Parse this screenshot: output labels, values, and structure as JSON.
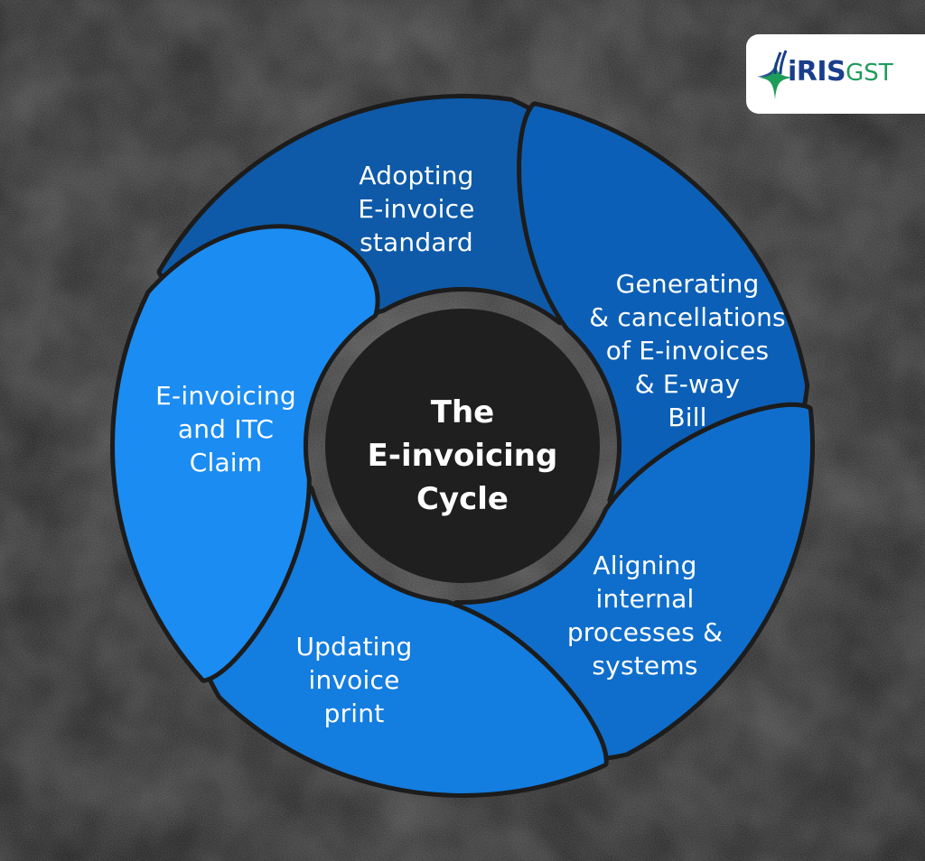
{
  "diagram": {
    "center_title": "The\nE-invoicing\nCycle",
    "segments": [
      {
        "label": "Adopting\nE-invoice\nstandard",
        "color": "#0E5AA8"
      },
      {
        "label": "Generating\n& cancellations\nof E-invoices\n& E-way\nBill",
        "color": "#0C5FB6"
      },
      {
        "label": "Aligning\ninternal\nprocesses &\nsystems",
        "color": "#0F6ECC"
      },
      {
        "label": "Updating\ninvoice\nprint",
        "color": "#137DE0"
      },
      {
        "label": "E-invoicing\nand ITC\nClaim",
        "color": "#1B8CF2"
      }
    ]
  },
  "logo": {
    "brand": "iRIS",
    "product": "GST",
    "brand_color": "#1A3E8C",
    "product_color": "#1E9C5A",
    "mark_icon": "compass-star-icon"
  },
  "background_color": "#222222"
}
